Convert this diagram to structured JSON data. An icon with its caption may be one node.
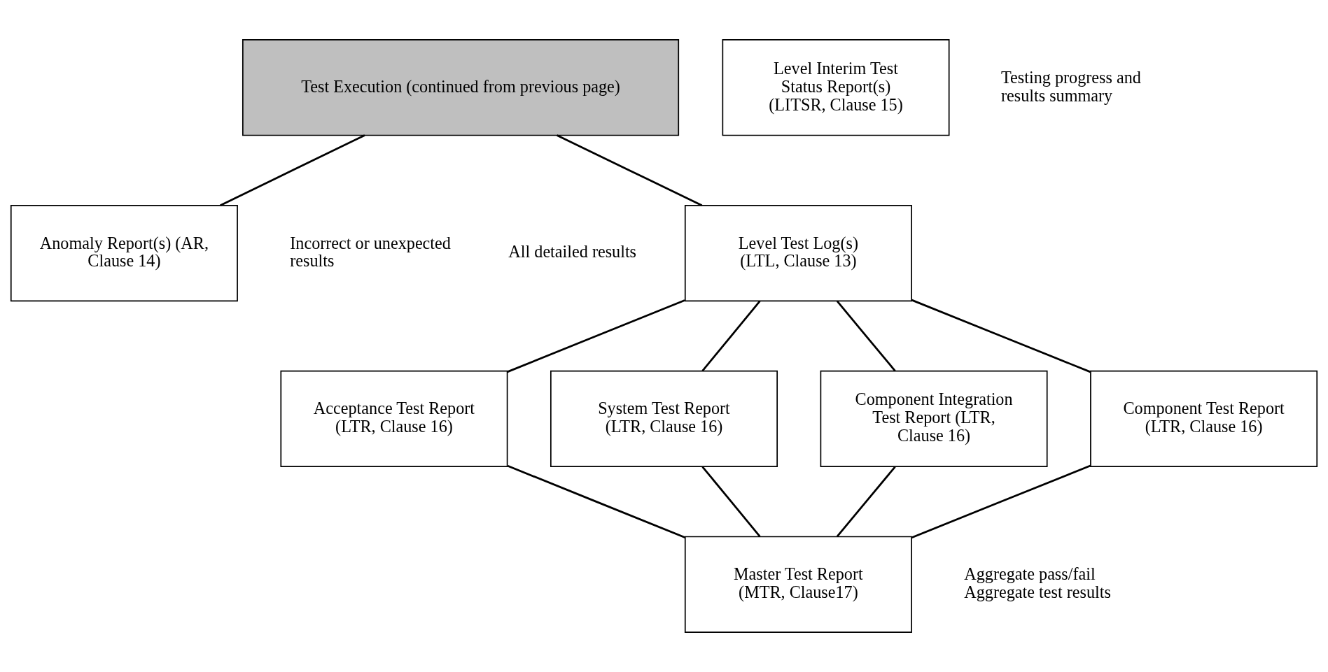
{
  "diagram": {
    "nodes": [
      {
        "text": [
          "Test Execution (continued from previous page)"
        ]
      },
      {
        "text": [
          "Level Interim Test Status Report(s) (LITSR, Clause 15)"
        ],
        "beside": [
          "Testing progress and results summary"
        ]
      },
      {
        "text": [
          "Level Test Log(s) (LTL, Clause 13)"
        ],
        "beside": [
          "All detailed results"
        ]
      },
      {
        "text": [
          "Anomaly Report(s) (AR, Clause 14)"
        ],
        "beside": [
          "Incorrect or unexpected results"
        ]
      },
      {
        "text": [
          "Acceptance Test Report (LTR, Clause 16)"
        ]
      },
      {
        "text": [
          "System Test Report (LTR, Clause 16)"
        ]
      },
      {
        "text": [
          "Component Integration Test Report (LTR, Clause 16)"
        ]
      },
      {
        "text": [
          "Component Test Report (LTR, Clause 16)"
        ]
      },
      {
        "text": [
          "Master Test Report (MTR, Clause17)"
        ],
        "beside": [
          "Aggregate pass/fail",
          "Aggregate test results"
        ]
      }
    ],
    "edges": [
      {
        "from": 0,
        "to": 2,
        "arrow": "none"
      },
      {
        "from": 0,
        "to": 3,
        "arrow": "none"
      },
      {
        "from": 2,
        "to": 4,
        "arrow": "none"
      },
      {
        "from": 2,
        "to": 5,
        "arrow": "none"
      },
      {
        "from": 2,
        "to": 6,
        "arrow": "none"
      },
      {
        "from": 2,
        "to": 7,
        "arrow": "none"
      },
      {
        "from": 4,
        "to": 8,
        "arrow": "none"
      },
      {
        "from": 5,
        "to": 8,
        "arrow": "none"
      },
      {
        "from": 6,
        "to": 8,
        "arrow": "none"
      },
      {
        "from": 7,
        "to": 8,
        "arrow": "none"
      }
    ]
  }
}
